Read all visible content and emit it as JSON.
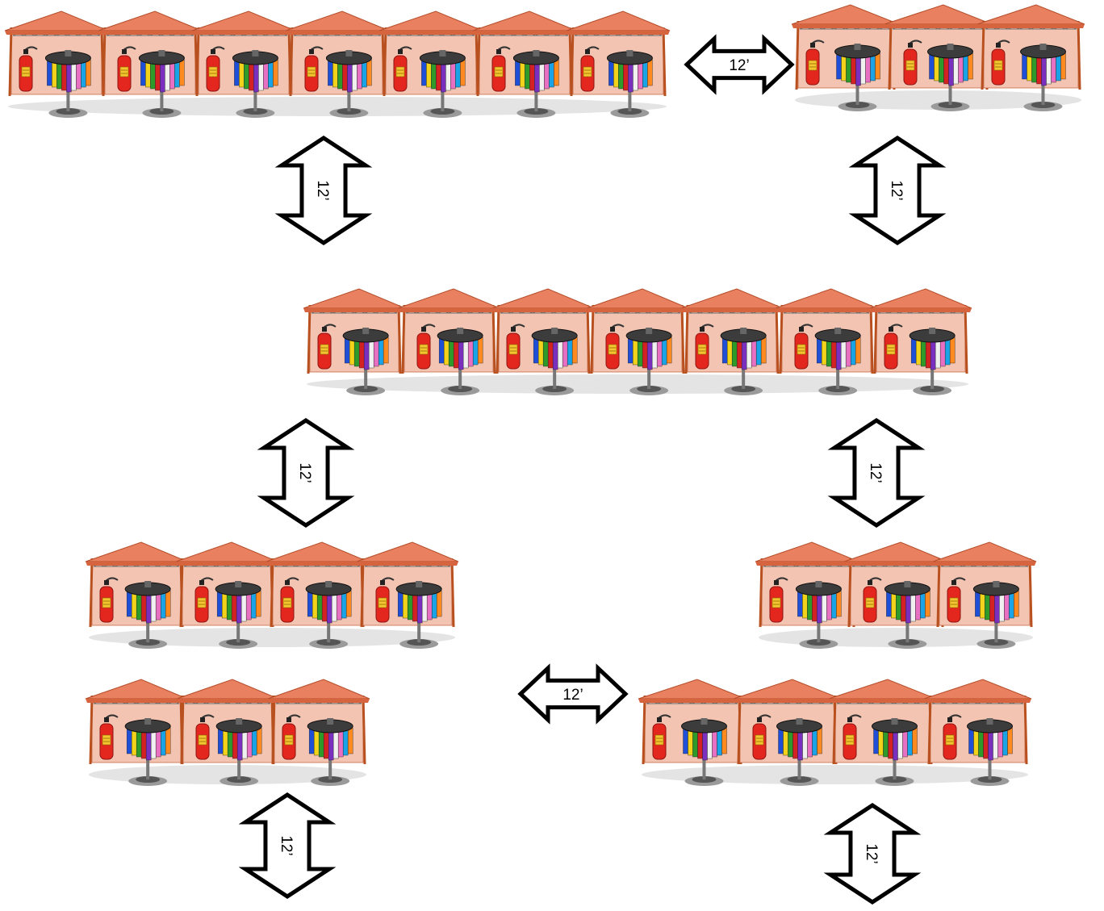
{
  "diagram": {
    "colors": {
      "canopy": "#e9805f",
      "wall": "#f3c4b1",
      "pole": "#b8501f",
      "extinguisher": "#e3261e",
      "arrow_stroke": "#000000"
    },
    "icons": [
      "tent-icon",
      "fire-extinguisher-icon",
      "clothing-rack-icon",
      "double-arrow-icon"
    ],
    "tent_rows": [
      {
        "name": "tent-row-top-left",
        "tents": 7
      },
      {
        "name": "tent-row-top-right",
        "tents": 3
      },
      {
        "name": "tent-row-middle",
        "tents": 7
      },
      {
        "name": "tent-row-lower-left-a",
        "tents": 4
      },
      {
        "name": "tent-row-lower-left-b",
        "tents": 3
      },
      {
        "name": "tent-row-lower-right-a",
        "tents": 3
      },
      {
        "name": "tent-row-lower-right-b",
        "tents": 4
      }
    ],
    "arrows": [
      {
        "name": "aisle-arrow-top-horizontal",
        "orientation": "horizontal",
        "label": "12’"
      },
      {
        "name": "aisle-arrow-top-left-vertical",
        "orientation": "vertical",
        "label": "12’"
      },
      {
        "name": "aisle-arrow-top-right-vertical",
        "orientation": "vertical",
        "label": "12’"
      },
      {
        "name": "aisle-arrow-mid-left-vertical",
        "orientation": "vertical",
        "label": "12’"
      },
      {
        "name": "aisle-arrow-mid-right-vertical",
        "orientation": "vertical",
        "label": "12’"
      },
      {
        "name": "aisle-arrow-bottom-horizontal",
        "orientation": "horizontal",
        "label": "12’"
      },
      {
        "name": "aisle-arrow-bottom-left-vertical",
        "orientation": "vertical",
        "label": "12’"
      },
      {
        "name": "aisle-arrow-bottom-right-vertical",
        "orientation": "vertical",
        "label": "12’"
      }
    ]
  }
}
